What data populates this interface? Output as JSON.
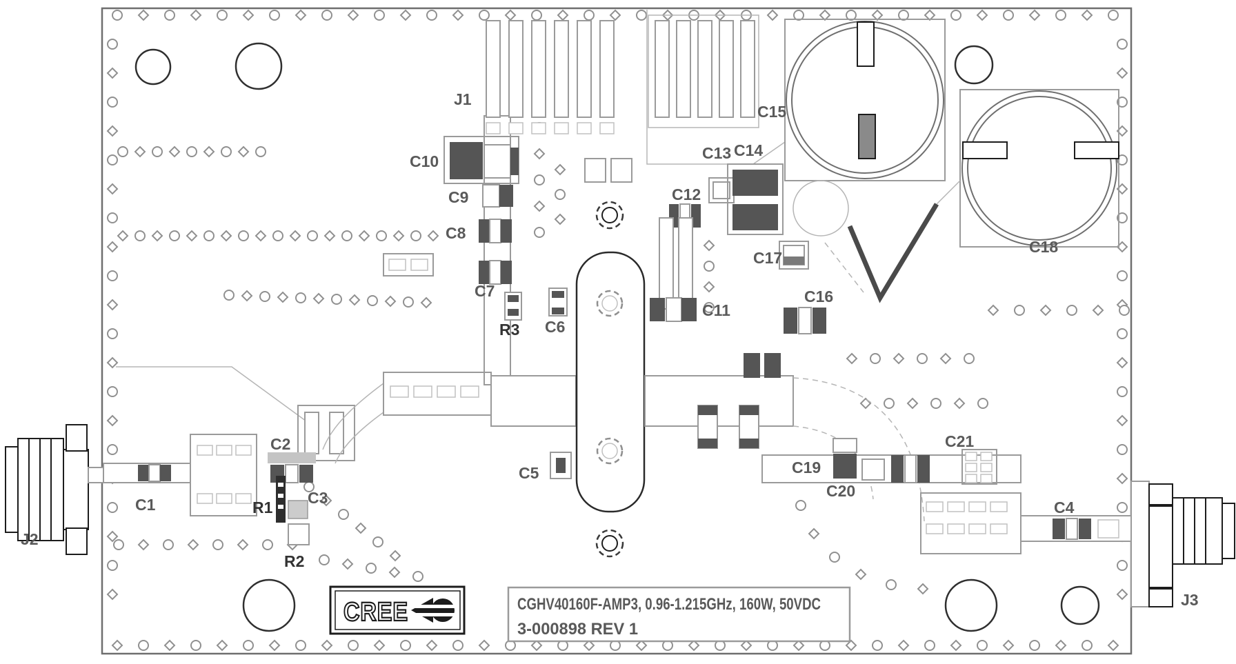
{
  "board": {
    "logo_text": "CREE",
    "title_line1": "CGHV40160F-AMP3, 0.96-1.215GHz, 160W, 50VDC",
    "title_line2": "3-000898 REV 1"
  },
  "labels": {
    "J1": "J1",
    "J2": "J2",
    "J3": "J3",
    "C1": "C1",
    "C2": "C2",
    "C3": "C3",
    "C4": "C4",
    "C5": "C5",
    "C6": "C6",
    "C7": "C7",
    "C8": "C8",
    "C9": "C9",
    "C10": "C10",
    "C11": "C11",
    "C12": "C12",
    "C13": "C13",
    "C14": "C14",
    "C15": "C15",
    "C16": "C16",
    "C17": "C17",
    "C18": "C18",
    "C19": "C19",
    "C20": "C20",
    "C21": "C21",
    "R1": "R1",
    "R2": "R2",
    "R3": "R3"
  },
  "colors": {
    "trace": "#9a9a9a",
    "dark": "#555555",
    "black": "#1c1c1c",
    "label": "#5a5a5a",
    "title": "#595959",
    "board_outline": "#6e6e6e"
  }
}
